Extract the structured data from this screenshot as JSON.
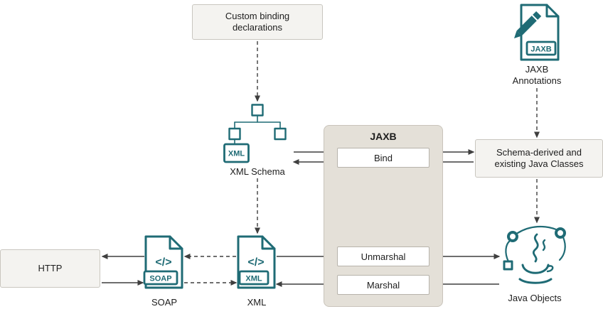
{
  "colors": {
    "teal": "#1f6b75",
    "arrow": "#3f3f3f",
    "box_bg": "#f4f3f0",
    "box_border": "#c9c6bf",
    "panel_bg": "#e4e0d8",
    "panel_border": "#c9c4bb",
    "text": "#1d1d1d"
  },
  "panel": {
    "title": "JAXB",
    "bind": "Bind",
    "unmarshal": "Unmarshal",
    "marshal": "Marshal"
  },
  "boxes": {
    "custom_binding": {
      "label": "Custom binding declarations"
    },
    "schema_derived": {
      "label": "Schema-derived and existing Java Classes"
    },
    "http": {
      "label": "HTTP"
    }
  },
  "icons": {
    "jaxb_annotations": {
      "label": "JAXB Annotations",
      "badge": "JAXB"
    },
    "xml_schema": {
      "label": "XML Schema",
      "badge": "XML"
    },
    "soap": {
      "label": "SOAP",
      "badge": "SOAP",
      "code": "</>"
    },
    "xml": {
      "label": "XML",
      "badge": "XML",
      "code": "</>"
    },
    "java_objects": {
      "label": "Java Objects"
    }
  }
}
